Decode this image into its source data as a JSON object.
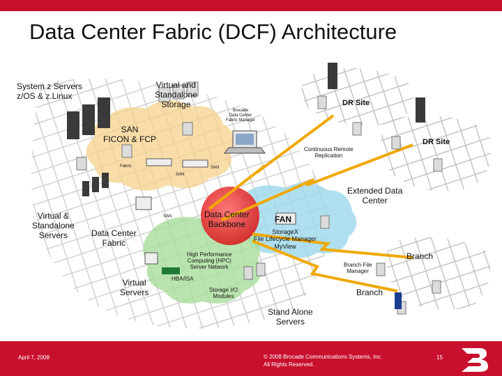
{
  "slide": {
    "title": "Data Center Fabric (DCF) Architecture"
  },
  "diagram": {
    "labels": {
      "system_z": "System z Servers\nz/OS & z.Linux",
      "virtual_standalone_storage": "Virtual and\nStandalone\nStorage",
      "san_ficon_fcp": "SAN\nFICON & FCP",
      "fabric_manager": "Brocade\nData Center\nFabric Manager",
      "dr_site_1": "DR Site",
      "dr_site_2": "DR Site",
      "continuous_replication": "Continuous Remote\nReplication",
      "fabric_small": "Fabric",
      "san_small_1": "SAN",
      "san_small_2": "SAN",
      "san_small_3": "SAN",
      "extended_dc": "Extended Data\nCenter",
      "virtual_standalone_servers": "Virtual &\nStandalone\nServers",
      "dc_backbone": "Data Center\nBackbone",
      "fan": "FAN",
      "storage_x": "StorageX\nFile Lifecycle Manager\nMyView",
      "dc_fabric": "Data Center\nFabric",
      "hpc": "High Performance\nComputing (HPC)\nServer Network",
      "branch_1": "Branch",
      "branch_file_manager": "Branch File\nManager",
      "virtual_servers": "Virtual\nServers",
      "hba_isa": "HBA/ISA",
      "storage_io": "Storage I/O\nModules",
      "branch_2": "Branch",
      "stand_alone_servers": "Stand Alone\nServers"
    },
    "colors": {
      "san_cloud": "#f5d28c",
      "fan_cloud": "#9cd8ec",
      "hpc_cloud": "#a9dd9b",
      "backbone": "#ee3d3d",
      "lightning": "#f0a800",
      "grid": "#c4c4c4"
    }
  },
  "footer": {
    "date": "April 7, 2008",
    "copyright_line1": "© 2008 Brocade Communications Systems, Inc.",
    "copyright_line2": "All Rights Reserved.",
    "page_number": "15"
  }
}
